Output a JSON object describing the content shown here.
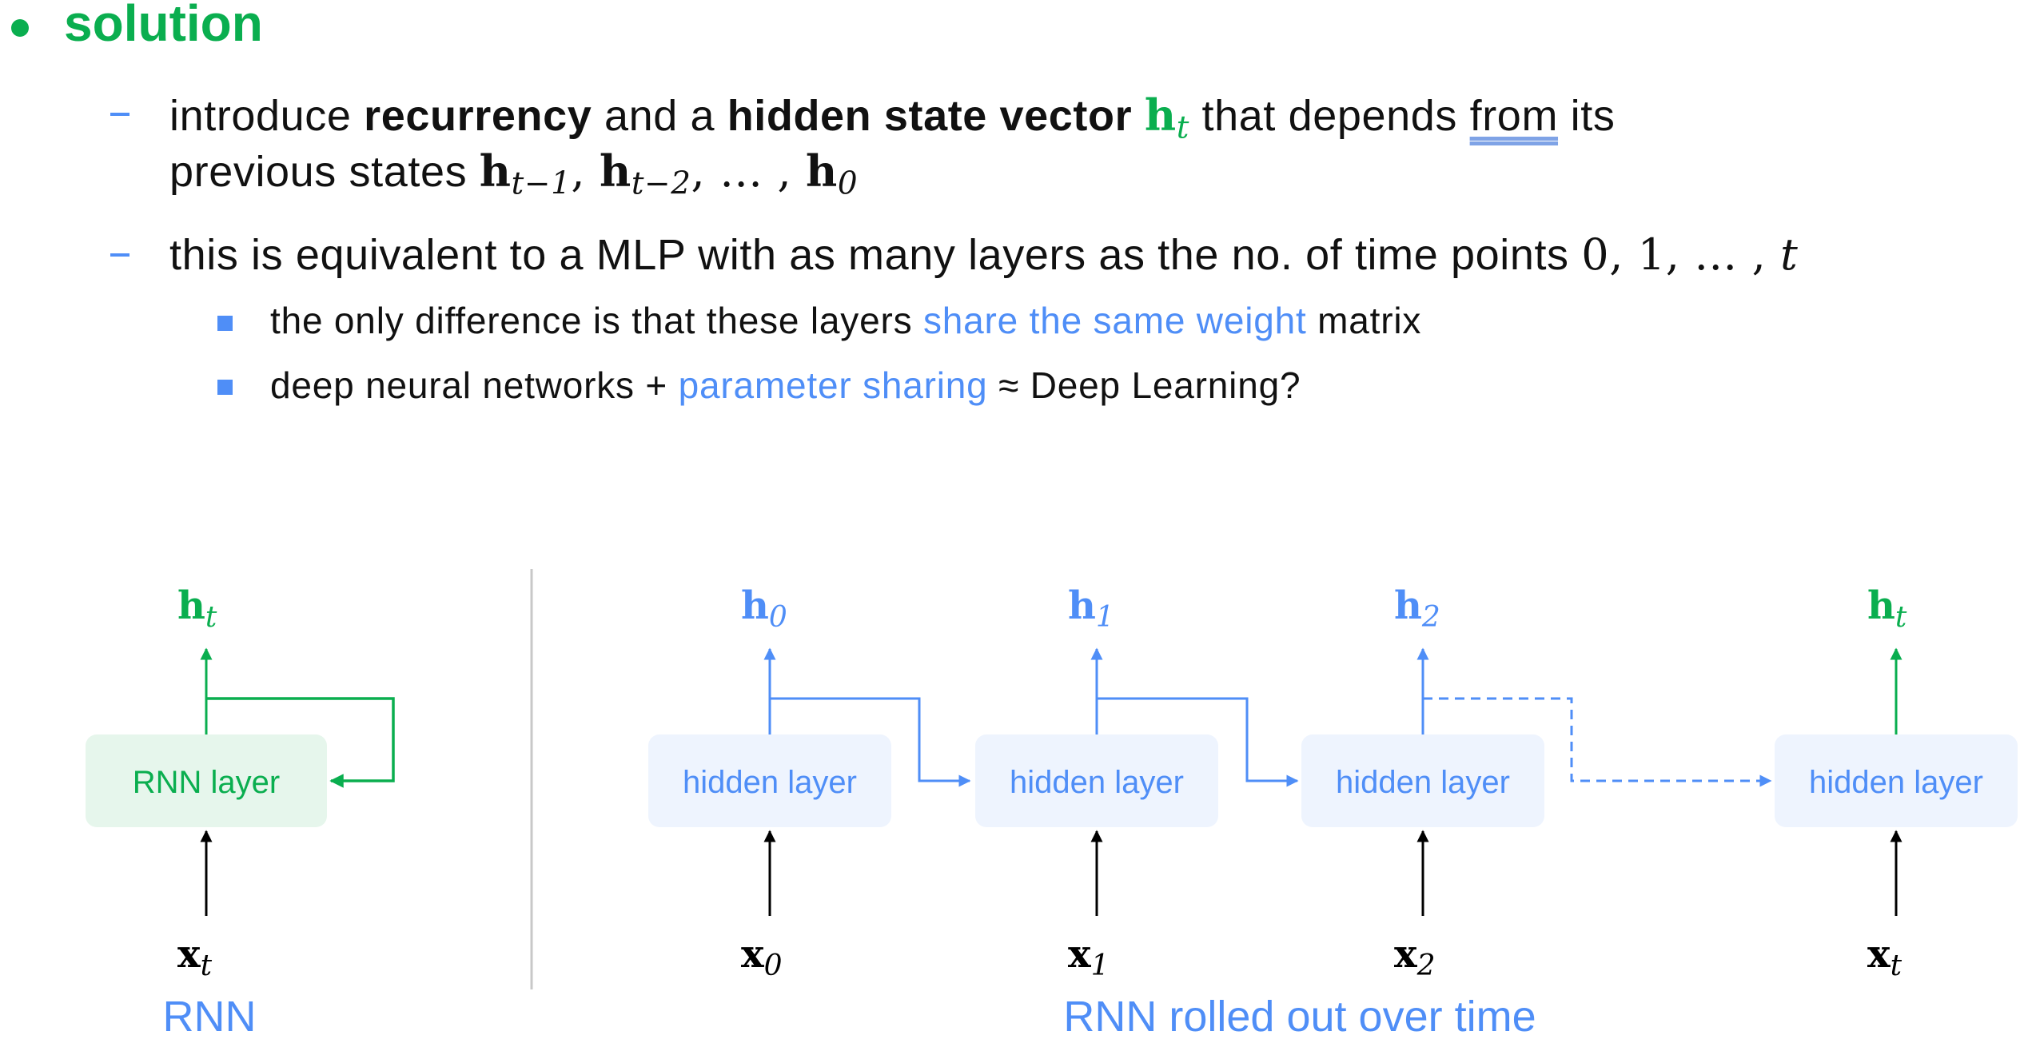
{
  "title": "solution",
  "bullets": [
    {
      "p1": "introduce ",
      "b1": "recurrency",
      "p2": " and a ",
      "b2": "hidden state vector",
      "m_h": "h",
      "m_t": "t",
      "p3": " that depends ",
      "u": "from",
      "p4": " its",
      "line2": "previous states ",
      "seq": [
        {
          "h": "h",
          "s": "t−1"
        },
        {
          "h": "h",
          "s": "t−2"
        }
      ],
      "sep": ", ",
      "ellipsis": "… , ",
      "last_h": "h",
      "last_s": "0"
    },
    {
      "text": "this is equivalent to a MLP with as many layers as the no. of time points ",
      "math": "0, 1, … , ",
      "math_t": "t",
      "subs": [
        {
          "p1": "the only difference is that these layers ",
          "hl": "share the same weight",
          "p2": " matrix"
        },
        {
          "p1": "deep neural networks + ",
          "hl": "parameter sharing",
          "p2": " ≈ Deep Learning?"
        }
      ]
    }
  ],
  "diagram": {
    "rnn": {
      "box_label": "RNN layer",
      "out_h": "h",
      "out_s": "t",
      "in_x": "x",
      "in_s": "t",
      "caption": "RNN"
    },
    "unrolled": {
      "caption": "RNN rolled out over time",
      "steps": [
        {
          "box_label": "hidden layer",
          "out_h": "h",
          "out_s": "0",
          "in_x": "x",
          "in_s": "0"
        },
        {
          "box_label": "hidden layer",
          "out_h": "h",
          "out_s": "1",
          "in_x": "x",
          "in_s": "1"
        },
        {
          "box_label": "hidden layer",
          "out_h": "h",
          "out_s": "2",
          "in_x": "x",
          "in_s": "2"
        },
        {
          "box_label": "hidden layer",
          "out_h": "h",
          "out_s": "t",
          "in_x": "x",
          "in_s": "t"
        }
      ]
    },
    "colors": {
      "green": "#0aae4f",
      "blue": "#4f8ef7",
      "green_fill": "#e6f6ec",
      "blue_fill": "#eef4fe"
    }
  }
}
